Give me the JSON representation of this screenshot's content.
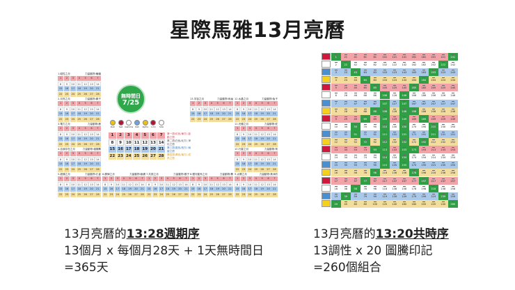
{
  "title": "星際馬雅13月亮曆",
  "badge": {
    "label": "無時間日",
    "date": "7/25"
  },
  "colors": {
    "red": "#f2a3a8",
    "white": "#ffffff",
    "blue": "#a9c8ea",
    "yellow": "#f3dd9c",
    "green": "#2f9e45"
  },
  "days": [
    1,
    2,
    3,
    4,
    5,
    6,
    7,
    8,
    9,
    10,
    11,
    12,
    13,
    14,
    15,
    16,
    17,
    18,
    19,
    20,
    21,
    22,
    23,
    24,
    25,
    26,
    27,
    28
  ],
  "months": [
    {
      "title": "1.磁性之月",
      "animal": "力量動物:蝙蝠"
    },
    {
      "title": "2.月亮之月",
      "animal": "力量動物:蠍子"
    },
    {
      "title": "3.電力之月",
      "animal": "力量動物:鹿"
    },
    {
      "title": "4.自我存在之月",
      "animal": "力量動物:貓頭鷹"
    },
    {
      "title": "5.超頻之月",
      "animal": "力量動物:孔雀"
    },
    {
      "title": "6.韻律之月",
      "animal": "力量動物:蜥蜴"
    },
    {
      "title": "7.共振之月",
      "animal": "力量動物:猴子"
    },
    {
      "title": "8.銀河星系之月",
      "animal": "力量動物:鷹"
    },
    {
      "title": "9.太陽之月",
      "animal": "力量動物:美洲豹"
    },
    {
      "title": "10.行星之月",
      "animal": "力量動物:狗"
    },
    {
      "title": "11.光譜之月",
      "animal": "力量動物:蛇"
    },
    {
      "title": "12.水晶之月",
      "animal": "力量動物:兔子"
    },
    {
      "title": "13.宇宙之月",
      "animal": "力量動物:烏龜"
    }
  ],
  "plasmas": [
    {
      "name": "Dali",
      "color": "#e8c21a"
    },
    {
      "name": "Seli",
      "color": "#b0163a"
    },
    {
      "name": "Gamma",
      "color": "#ffffff"
    },
    {
      "name": "Kali",
      "color": "#6fa3d8"
    },
    {
      "name": "Alpha",
      "color": "#e8c21a"
    },
    {
      "name": "Limi",
      "color": "#b0163a"
    },
    {
      "name": "Silio",
      "color": "#ffffff"
    }
  ],
  "weeks": [
    {
      "label": "第一週(紅色/東方) 啟動之週",
      "color": "#d9434f"
    },
    {
      "label": "第二週(白色/北方) 淨化之週",
      "color": "#555555"
    },
    {
      "label": "第三週(藍色/西方) 蛻變之週",
      "color": "#3a78c2"
    },
    {
      "label": "第四週(黃色/南方) 成熟之週",
      "color": "#d89a1a"
    }
  ],
  "tzolkin": {
    "tones": 13,
    "seals": 20,
    "portals": [
      1,
      20,
      22,
      39,
      43,
      50,
      51,
      58,
      64,
      69,
      72,
      77,
      85,
      88,
      93,
      96,
      106,
      107,
      108,
      109,
      110,
      111,
      112,
      113,
      114,
      115,
      146,
      147,
      148,
      149,
      150,
      151,
      152,
      153,
      154,
      155,
      165,
      168,
      173,
      176,
      184,
      189,
      192,
      197,
      203,
      210,
      211,
      218,
      222,
      239,
      241,
      260
    ]
  },
  "left_text": {
    "l1a": "13月亮曆的",
    "l1b": "13:28週期序",
    "l2": "13個月 x 每個月28天 + 1天無時間日",
    "l3": "=365天"
  },
  "right_text": {
    "l1a": "13月亮曆的",
    "l1b": "13:20共時序",
    "l2": "13調性 x 20 圖騰印記",
    "l3": "=260個組合"
  }
}
